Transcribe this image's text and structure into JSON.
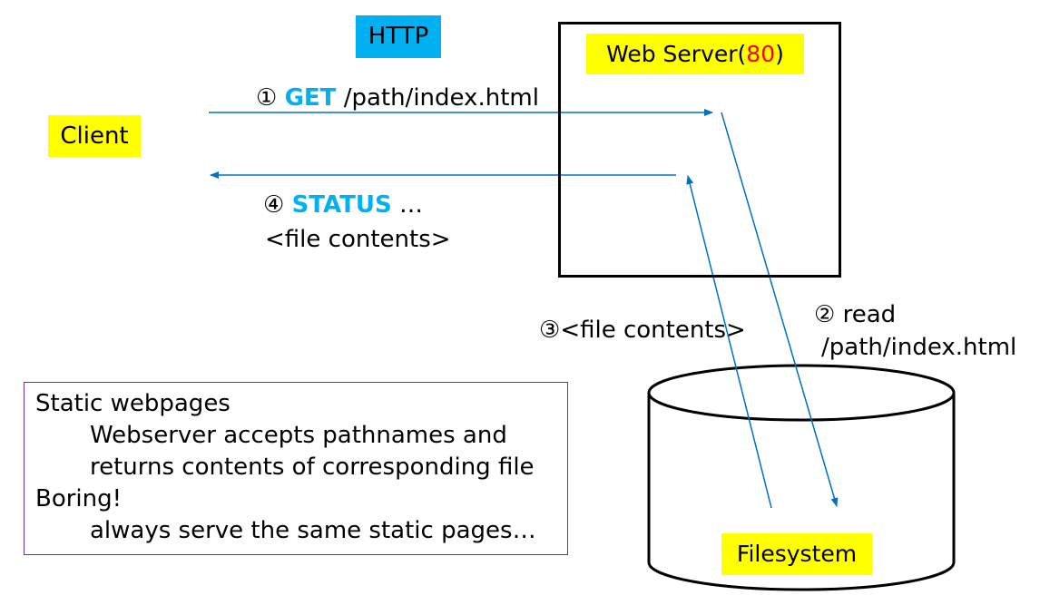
{
  "protocol_label": "HTTP",
  "client": {
    "label": "Client"
  },
  "server": {
    "label_prefix": "Web Server(",
    "port": "80",
    "label_suffix": ")"
  },
  "filesystem": {
    "label": "Filesystem"
  },
  "steps": {
    "step1": {
      "marker": "①",
      "keyword": "GET",
      "text": "/path/index.html"
    },
    "step2": {
      "marker": "②",
      "line1": "read",
      "line2": "/path/index.html"
    },
    "step3": {
      "marker": "③",
      "text": "<file contents>"
    },
    "step4": {
      "marker": "④",
      "keyword": "STATUS",
      "text": "…",
      "line2": "<file contents>"
    }
  },
  "notes": {
    "title": "Static webpages",
    "line1": "Webserver accepts pathnames and",
    "line2": "returns contents of corresponding file",
    "title2": "Boring!",
    "line3": "always serve the same static pages…"
  },
  "colors": {
    "arrow": "#0070c0",
    "keyword": "#00b0f0",
    "highlight": "#ffff00",
    "note_border": "#7030a0",
    "port": "#ff0000"
  }
}
